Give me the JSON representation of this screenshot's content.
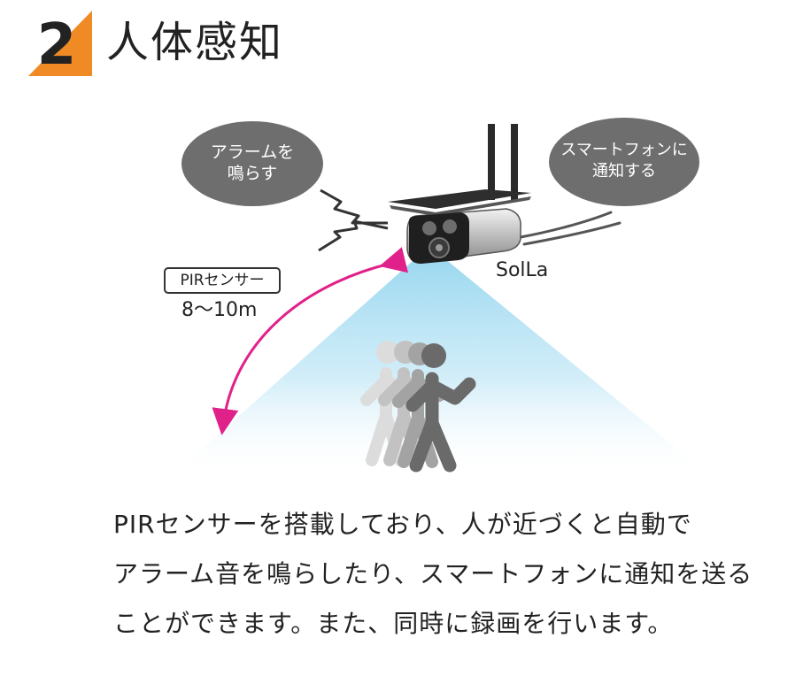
{
  "section": {
    "number": "2",
    "title": "人体感知"
  },
  "diagram": {
    "bubble_left": {
      "line1": "アラームを",
      "line2": "鳴らす"
    },
    "bubble_right": {
      "line1": "スマートフォンに",
      "line2": "通知する"
    },
    "sensor_label": "PIRセンサー",
    "sensor_range": "8〜10m",
    "camera_brand": "SolLa"
  },
  "description": {
    "line1": "PIRセンサーを搭載しており、人が近づくと自動で",
    "line2": "アラーム音を鳴らしたり、スマートフォンに通知を送る",
    "line3": "ことができます。また、同時に録画を行います。"
  },
  "colors": {
    "accent_orange": "#f08a24",
    "bubble_gray": "#6e6e6e",
    "arrow_magenta": "#e0218a",
    "beam_blue": "#8fd3ee"
  }
}
